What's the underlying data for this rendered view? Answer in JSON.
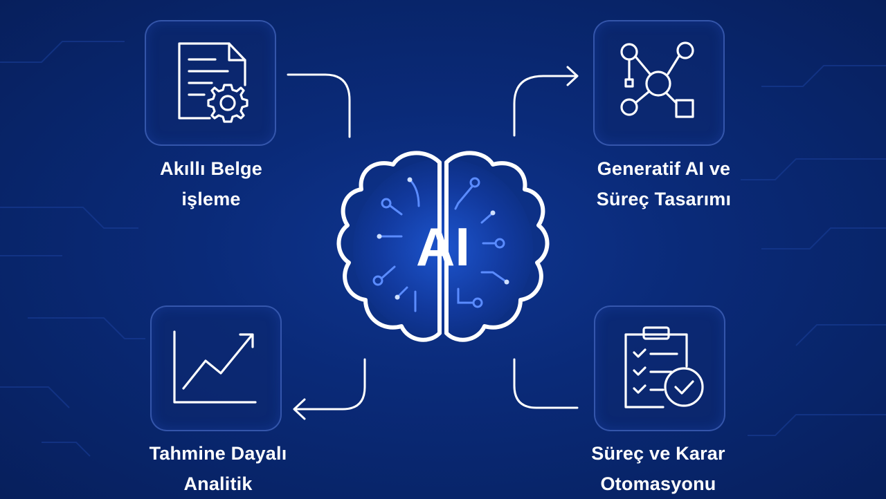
{
  "center": {
    "text": "AI"
  },
  "nodes": [
    {
      "line1": "Akıllı Belge",
      "line2": "işleme",
      "icon": "document-gear-icon"
    },
    {
      "line1": "Generatif AI ve",
      "line2": "Süreç Tasarımı",
      "icon": "network-nodes-icon"
    },
    {
      "line1": "Tahmine Dayalı",
      "line2": "Analitik",
      "icon": "trend-chart-icon"
    },
    {
      "line1": "Süreç ve Karar",
      "line2": "Otomasyonu",
      "icon": "clipboard-check-icon"
    }
  ],
  "colors": {
    "background": "#0a2a78",
    "accent": "#2f6bff",
    "line": "#ffffff"
  }
}
